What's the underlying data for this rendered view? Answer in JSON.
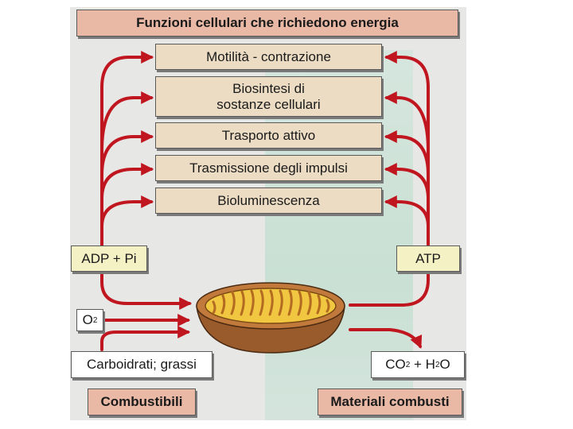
{
  "header": {
    "title": "Funzioni cellulari che richiedono energia"
  },
  "functions": [
    {
      "label": "Motilità - contrazione"
    },
    {
      "label_line1": "Biosintesi di",
      "label_line2": "sostanze cellulari"
    },
    {
      "label": "Trasporto attivo"
    },
    {
      "label": "Trasmissione degli impulsi"
    },
    {
      "label": "Bioluminescenza"
    }
  ],
  "left": {
    "adp": "ADP + Pi",
    "oxygen": "O",
    "oxygen_sub": "2",
    "fuel_source": "Carboidrati; grassi",
    "fuel_label": "Combustibili"
  },
  "right": {
    "atp": "ATP",
    "products_co": "CO",
    "products_sub1": "2",
    "products_plus": " + H",
    "products_sub2": "2",
    "products_o": "O",
    "products_label": "Materiali combusti"
  },
  "icons": {
    "organelle": "mitochondrion-icon"
  },
  "colors": {
    "arrows": "#c0161f",
    "title_fill": "#e9b9a6",
    "function_fill": "#ecdcc4",
    "energy_fill": "#f4f1c4"
  }
}
